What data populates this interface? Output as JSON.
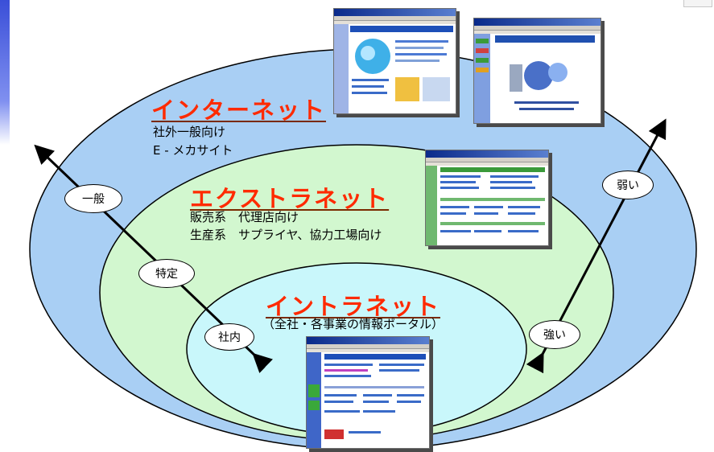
{
  "diagram": {
    "layers": {
      "internet": {
        "title": "インターネット",
        "lines": [
          "社外一般向け",
          "E - メカサイト"
        ],
        "color": "#a9cff4"
      },
      "extranet": {
        "title": "エクストラネット",
        "lines": [
          "販売系　代理店向け",
          "生産系　サプライヤ、協力工場向け"
        ],
        "color": "#d2f7cf"
      },
      "intranet": {
        "title": "イントラネット",
        "lines": [
          "（全社・各事業の情報ポータル）"
        ],
        "color": "#c9f7fb"
      }
    },
    "scope_axis": {
      "nodes": [
        "一般",
        "特定",
        "社内"
      ]
    },
    "strength_axis": {
      "nodes": [
        "弱い",
        "強い"
      ]
    },
    "title_color": "#ff2a00",
    "screenshot_thumbnails": [
      {
        "id": "internet-site-1",
        "layer": "internet"
      },
      {
        "id": "internet-site-2",
        "layer": "internet"
      },
      {
        "id": "extranet-site",
        "layer": "extranet"
      },
      {
        "id": "intranet-portal",
        "layer": "intranet"
      }
    ]
  }
}
